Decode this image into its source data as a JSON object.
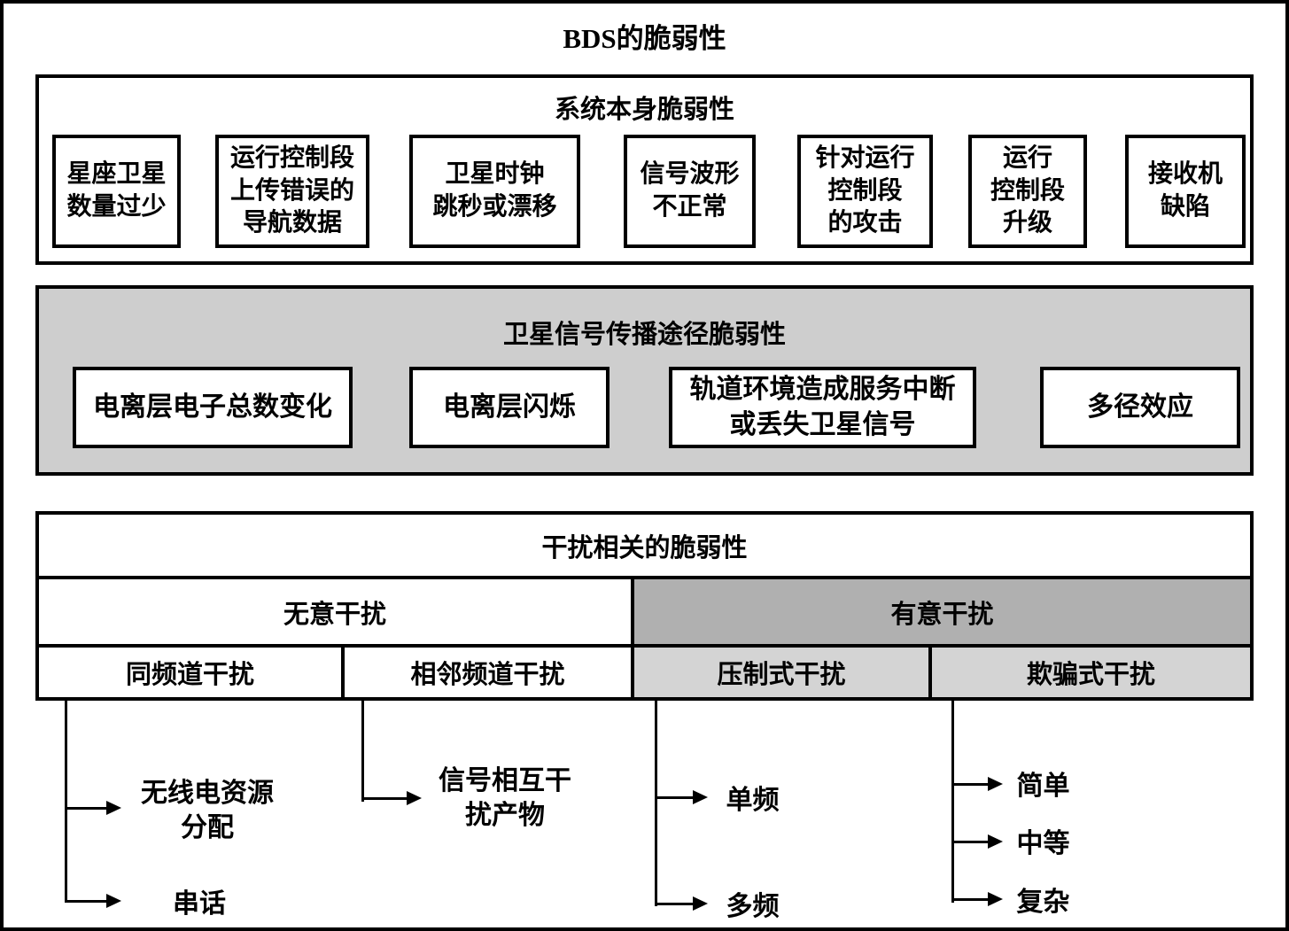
{
  "title": "BDS的脆弱性",
  "colors": {
    "border": "#000000",
    "propagation_section_bg": "#cecece",
    "intentional_row_bg": "#b0b0b0",
    "intentional_sub_row_bg": "#d4d4d4",
    "box_bg": "#ffffff"
  },
  "sections": {
    "system": {
      "title": "系统本身脆弱性",
      "boxes": [
        "星座卫星\n数量过少",
        "运行控制段\n上传错误的\n导航数据",
        "卫星时钟\n跳秒或漂移",
        "信号波形\n不正常",
        "针对运行\n控制段\n的攻击",
        "运行\n控制段\n升级",
        "接收机\n缺陷"
      ]
    },
    "propagation": {
      "title": "卫星信号传播途径脆弱性",
      "boxes": [
        "电离层电子总数变化",
        "电离层闪烁",
        "轨道环境造成服务中断\n或丢失卫星信号",
        "多径效应"
      ]
    },
    "interference": {
      "title": "干扰相关的脆弱性",
      "unintentional": {
        "label": "无意干扰",
        "children": [
          {
            "label": "同频道干扰",
            "leaves": [
              "无线电资源\n分配",
              "串话"
            ]
          },
          {
            "label": "相邻频道干扰",
            "leaves": [
              "信号相互干\n扰产物"
            ]
          }
        ]
      },
      "intentional": {
        "label": "有意干扰",
        "children": [
          {
            "label": "压制式干扰",
            "leaves": [
              "单频",
              "多频"
            ]
          },
          {
            "label": "欺骗式干扰",
            "leaves": [
              "简单",
              "中等",
              "复杂"
            ]
          }
        ]
      }
    }
  }
}
